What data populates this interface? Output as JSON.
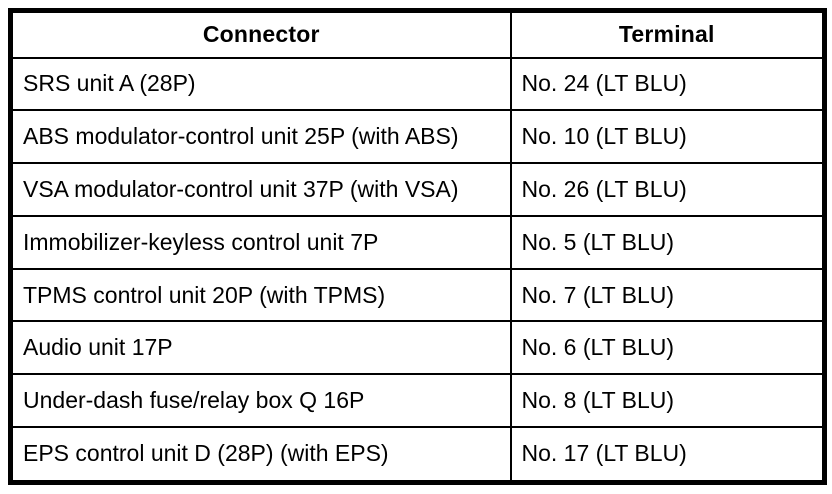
{
  "table": {
    "headers": [
      "Connector",
      "Terminal"
    ],
    "rows": [
      {
        "connector": "SRS unit A (28P)",
        "terminal": "No. 24 (LT BLU)"
      },
      {
        "connector": "ABS modulator-control unit 25P (with ABS)",
        "terminal": "No. 10 (LT BLU)"
      },
      {
        "connector": "VSA modulator-control unit 37P (with VSA)",
        "terminal": "No. 26 (LT BLU)"
      },
      {
        "connector": "Immobilizer-keyless control unit 7P",
        "terminal": "No. 5 (LT BLU)"
      },
      {
        "connector": "TPMS control unit 20P (with TPMS)",
        "terminal": "No. 7 (LT BLU)"
      },
      {
        "connector": "Audio unit 17P",
        "terminal": "No. 6 (LT BLU)"
      },
      {
        "connector": "Under-dash fuse/relay box Q 16P",
        "terminal": "No. 8 (LT BLU)"
      },
      {
        "connector": "EPS control unit D (28P) (with EPS)",
        "terminal": "No. 17 (LT BLU)"
      }
    ]
  },
  "colors": {
    "border": "#000000",
    "background": "#ffffff",
    "text": "#000000"
  }
}
